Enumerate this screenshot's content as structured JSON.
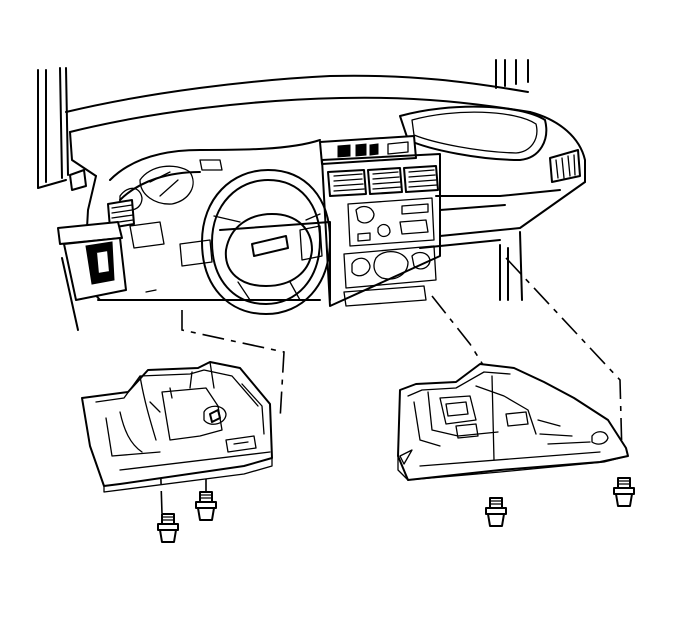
{
  "figure": {
    "caption": "",
    "parts": [
      {
        "name": "instrument-panel",
        "icon": "dashboard-icon"
      },
      {
        "name": "left-insulator-panel",
        "icon": "panel-icon"
      },
      {
        "name": "right-insulator-panel",
        "icon": "panel-icon"
      },
      {
        "name": "screw",
        "icon": "screw-icon",
        "count": 4
      }
    ]
  }
}
